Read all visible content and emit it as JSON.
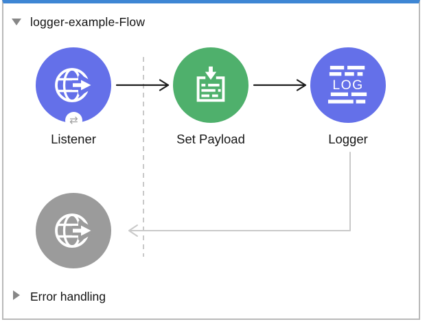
{
  "colors": {
    "accent_bar": "#3e86d4",
    "node_blue": "#6470e9",
    "node_green": "#4fb06c",
    "node_gray": "#9b9b9b",
    "line_gray": "#c9c9c9",
    "arrow_black": "#1c1c1c",
    "border_gray": "#b9b9b9",
    "tri_gray": "#878787",
    "badge_gray": "#9e9e9e"
  },
  "header": {
    "title": "logger-example-Flow"
  },
  "flow": {
    "nodes": [
      {
        "key": "listener",
        "label": "Listener"
      },
      {
        "key": "set-payload",
        "label": "Set Payload"
      },
      {
        "key": "logger",
        "label": "Logger",
        "log_text": "LOG"
      }
    ]
  },
  "icons": {
    "exchange": "⇄"
  },
  "error_handling": {
    "label": "Error handling"
  }
}
